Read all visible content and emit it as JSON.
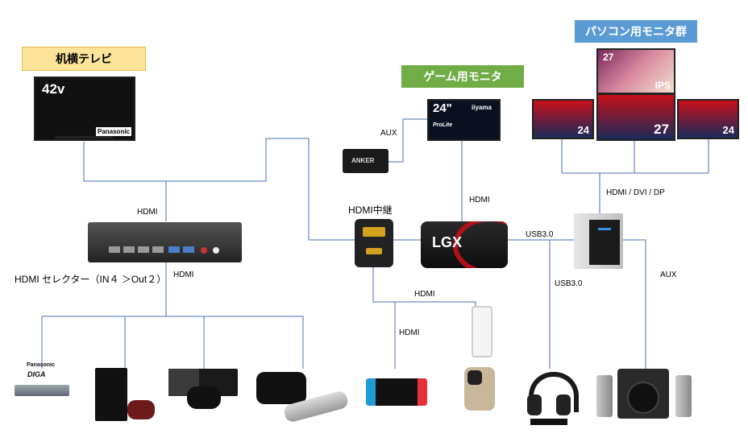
{
  "groups": {
    "desk_tv": "机横テレビ",
    "game_monitor": "ゲーム用モニタ",
    "pc_monitors": "パソコン用モニタ群"
  },
  "connection_labels": {
    "tv_hdmi": "HDMI",
    "selector_hdmi": "HDMI",
    "aux_speaker": "AUX",
    "capture_hdmi": "HDMI",
    "hdmi_relay": "HDMI中継",
    "usb_capture": "USB3.0",
    "usb_headset": "USB3.0",
    "pc_monitor_link": "HDMI / DVI / DP",
    "aux_pc": "AUX",
    "switch_hdmi_upper": "HDMI",
    "switch_hdmi_lower": "HDMI"
  },
  "devices": {
    "selector_caption": "HDMI セレクター（IN４ ＞Out２）",
    "tv_size": "42v",
    "tv_brand": "Panasonic",
    "game_monitor_size": "24\"",
    "game_monitor_brand": "iiyama",
    "game_monitor_model": "ProLite",
    "speaker_brand": "ANKER",
    "capture_brand": "LGX",
    "pc_top_size": "27",
    "pc_top_ips": "IPS",
    "pc_left_size": "24",
    "pc_mid_size": "27",
    "pc_right_size": "24",
    "recorder_brand": "DIGA",
    "recorder_maker": "Panasonic"
  },
  "colors": {
    "wire": "#4a6fb5",
    "tag_yellow": "#fde49b",
    "tag_green": "#70ad47",
    "tag_blue": "#5b9bd5"
  }
}
